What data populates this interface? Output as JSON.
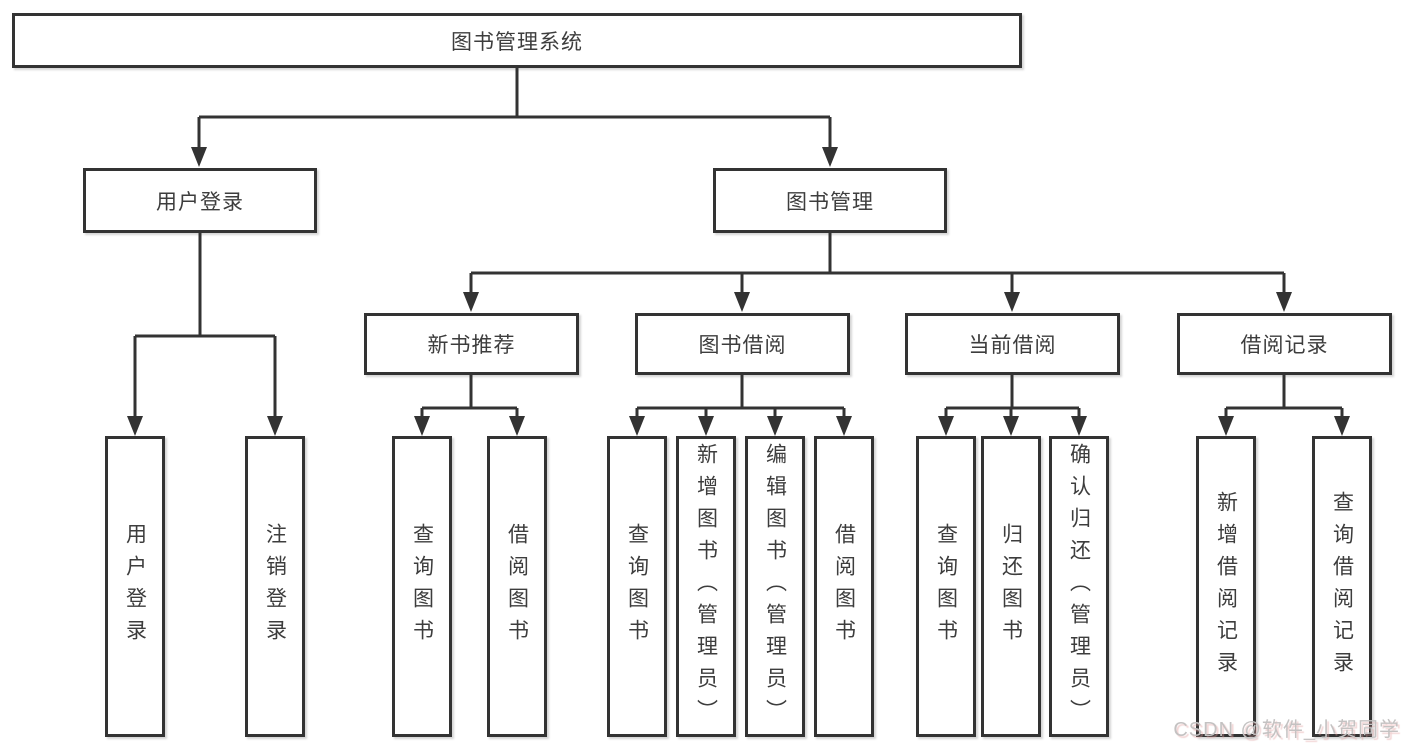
{
  "diagram": {
    "title_node": "图书管理系统",
    "branches": [
      {
        "label": "用户登录",
        "children": [
          "用户登录",
          "注销登录"
        ]
      },
      {
        "label": "图书管理",
        "sections": [
          {
            "label": "新书推荐",
            "children": [
              "查询图书",
              "借阅图书"
            ]
          },
          {
            "label": "图书借阅",
            "children": [
              "查询图书",
              "新增图书（管理员）",
              "编辑图书（管理员）",
              "借阅图书"
            ]
          },
          {
            "label": "当前借阅",
            "children": [
              "查询图书",
              "归还图书",
              "确认归还（管理员）"
            ]
          },
          {
            "label": "借阅记录",
            "children": [
              "新增借阅记录",
              "查询借阅记录"
            ]
          }
        ]
      }
    ],
    "colors": {
      "line": "#333333",
      "box_border": "#333333",
      "text": "#3d3d3d",
      "background": "#ffffff",
      "watermark_gray": "#c4c2c2"
    }
  },
  "watermark": "CSDN @软件_小贺同学"
}
